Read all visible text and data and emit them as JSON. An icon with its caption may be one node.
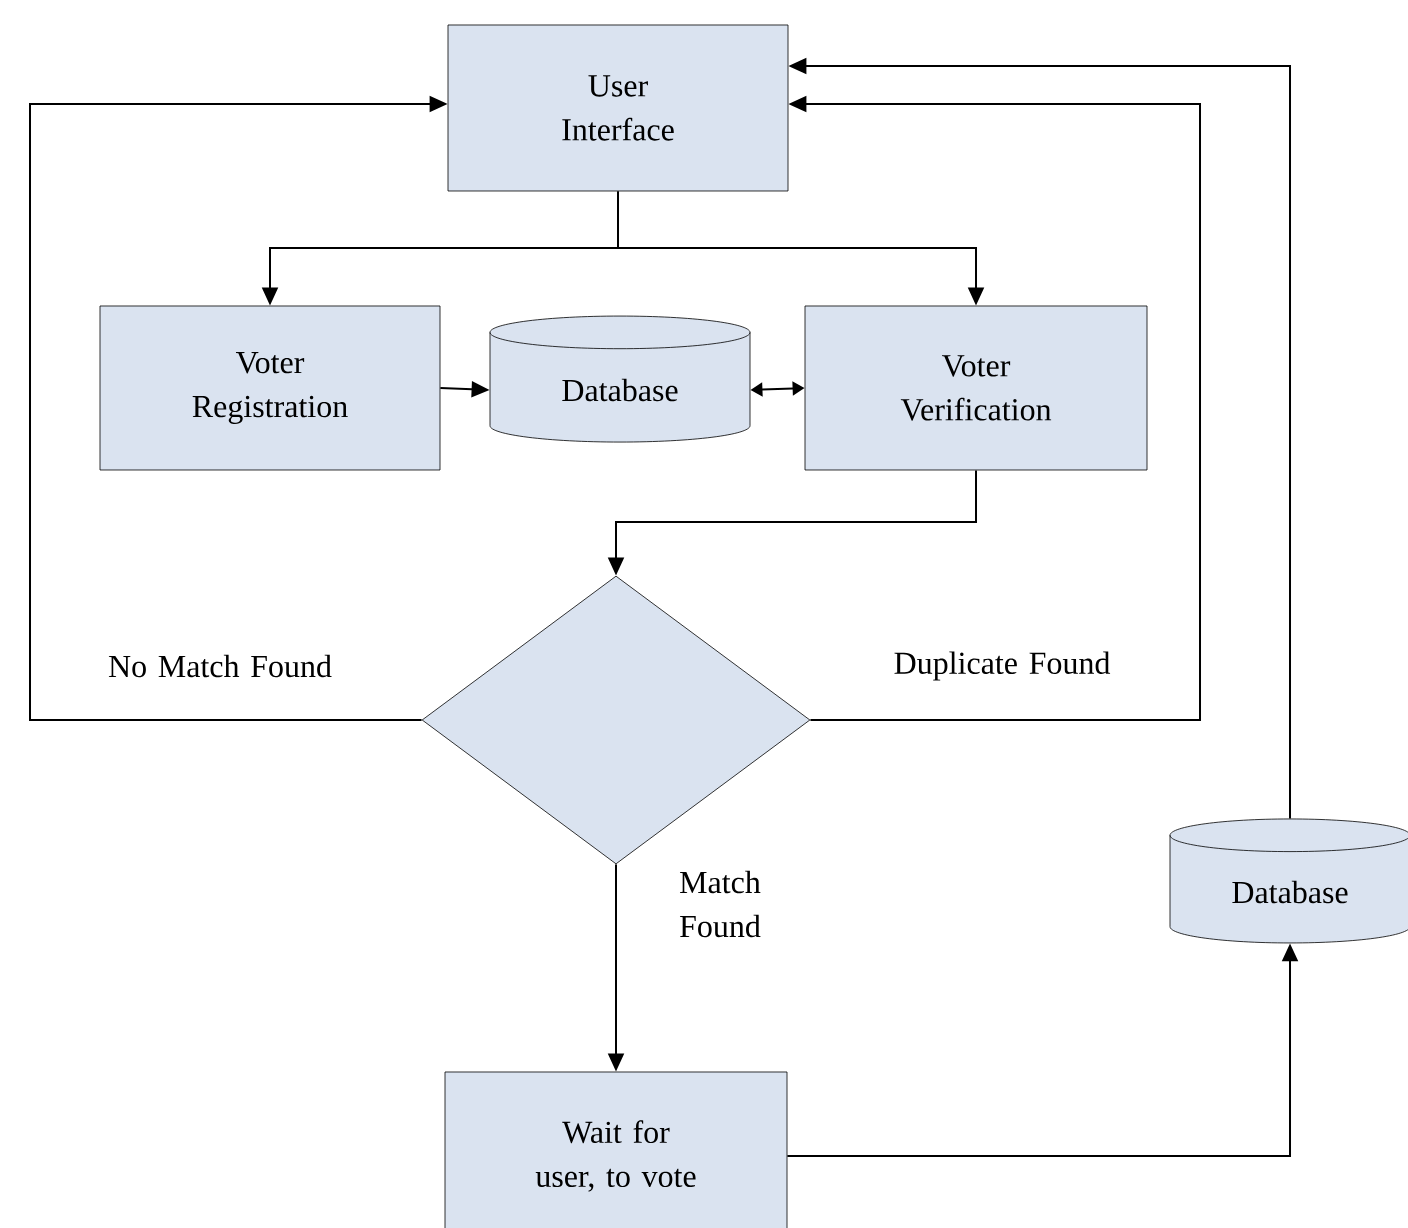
{
  "diagram": {
    "nodes": [
      {
        "text": [
          "User Interface"
        ]
      },
      {
        "text": [
          "Voter Registration"
        ]
      },
      {
        "text": [
          "Database"
        ]
      },
      {
        "text": [
          "Voter Verification"
        ]
      },
      {
        "text": [],
        "shape": "diamond"
      },
      {
        "text": [
          "Wait for user, to vote"
        ]
      },
      {
        "text": [
          "Database"
        ]
      }
    ],
    "edges": [
      {
        "from": 0,
        "to": 1,
        "arrow": "to"
      },
      {
        "from": 0,
        "to": 3,
        "arrow": "to"
      },
      {
        "from": 1,
        "to": 2,
        "arrow": "to"
      },
      {
        "from": 2,
        "to": 3,
        "arrow": "both"
      },
      {
        "from": 3,
        "to": 4,
        "arrow": "to"
      },
      {
        "from": 4,
        "to": 0,
        "label": "No Match Found",
        "arrow": "to"
      },
      {
        "from": 4,
        "to": 0,
        "label": "Duplicate Found",
        "arrow": "to"
      },
      {
        "from": 4,
        "to": 5,
        "label": "Match Found",
        "arrow": "to"
      },
      {
        "from": 5,
        "to": 6,
        "arrow": "to"
      },
      {
        "from": 6,
        "to": 0,
        "arrow": "to"
      }
    ]
  }
}
